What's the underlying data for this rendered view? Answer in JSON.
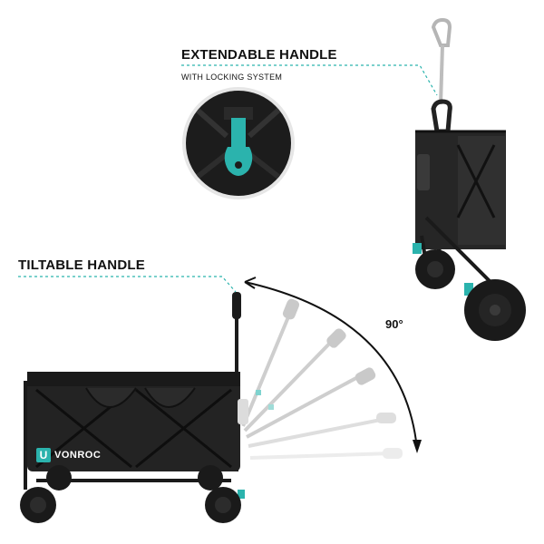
{
  "extendable": {
    "title": "EXTENDABLE HANDLE",
    "subtitle": "WITH LOCKING SYSTEM"
  },
  "tiltable": {
    "title": "TILTABLE HANDLE"
  },
  "angle_label": "90°",
  "brand": {
    "name": "VONROC",
    "logo_letter": "U"
  },
  "colors": {
    "accent": "#2bb3ad",
    "body": "#1e1e1e",
    "handle_ghost": "#bfbfbf"
  }
}
